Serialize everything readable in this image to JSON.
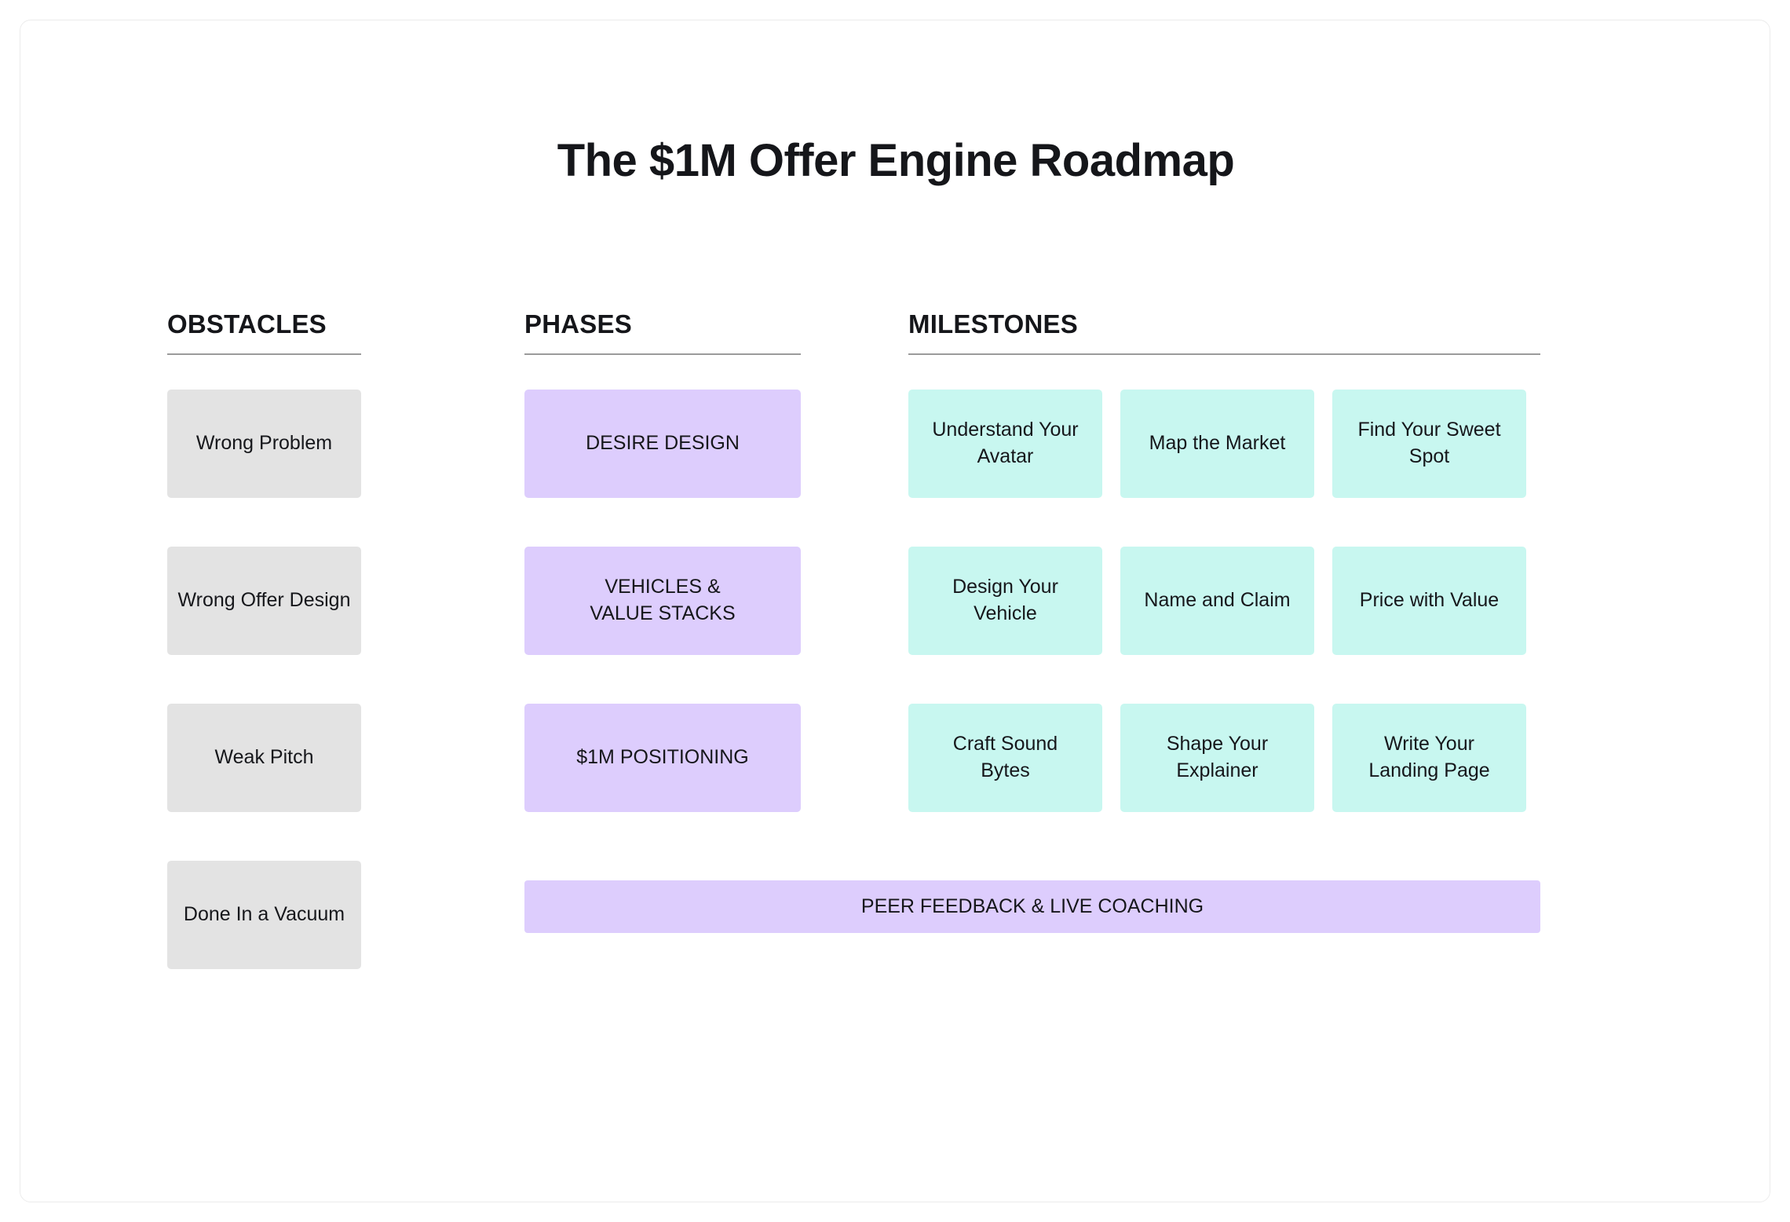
{
  "board": {
    "title": "The $1M Offer Engine Roadmap"
  },
  "columns": {
    "obstacles": {
      "header": "OBSTACLES"
    },
    "phases": {
      "header": "PHASES"
    },
    "milestones": {
      "header": "MILESTONES"
    }
  },
  "obstacles": [
    {
      "label": "Wrong Problem"
    },
    {
      "label": "Wrong Offer Design"
    },
    {
      "label": "Weak Pitch"
    },
    {
      "label": "Done In a Vacuum"
    }
  ],
  "phases": [
    {
      "line1": "DESIRE DESIGN",
      "line2": ""
    },
    {
      "line1": "VEHICLES &",
      "line2": "VALUE STACKS"
    },
    {
      "line1": "$1M POSITIONING",
      "line2": ""
    }
  ],
  "milestones": [
    [
      {
        "line1": "Understand Your",
        "line2": "Avatar"
      },
      {
        "line1": "Map the Market",
        "line2": ""
      },
      {
        "line1": "Find Your Sweet",
        "line2": "Spot"
      }
    ],
    [
      {
        "line1": "Design Your",
        "line2": "Vehicle"
      },
      {
        "line1": "Name and Claim",
        "line2": ""
      },
      {
        "line1": "Price with Value",
        "line2": ""
      }
    ],
    [
      {
        "line1": "Craft Sound",
        "line2": "Bytes"
      },
      {
        "line1": "Shape Your",
        "line2": "Explainer"
      },
      {
        "line1": "Write Your",
        "line2": "Landing Page"
      }
    ]
  ],
  "banner": {
    "label": "PEER FEEDBACK & LIVE COACHING"
  },
  "colors": {
    "obstacle_fill": "#e3e3e3",
    "phase_fill": "#ddcdfd",
    "milestone_fill": "#c8f7f0",
    "rule": "#9b9b9b",
    "text": "#16171b"
  }
}
